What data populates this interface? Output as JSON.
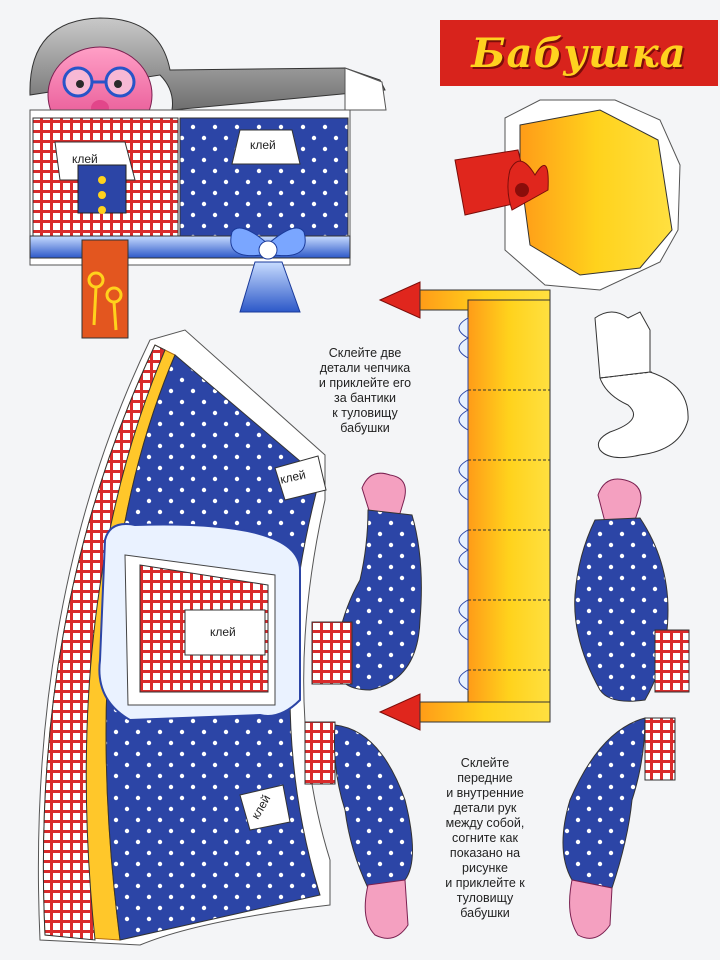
{
  "title": "Бабушка",
  "glue_label": "клей",
  "instructions": {
    "cap": "Склейте две\nдетали чепчика\nи приклейте его\nза бантики\nк  туловищу\nбабушки",
    "arms": "Склейте\nпередние\nи внутренние\nдетали рук\nмежду собой,\nсогните как\nпоказано на\nрисунке\nи приклейте к\nтуловищу\nбабушки"
  },
  "colors": {
    "title_bg": "#d8231c",
    "title_text": "#ffd21f",
    "dress_blue": "#2c45a6",
    "check_red": "#d92b2b",
    "cap_yellow": "#ffd21c",
    "hand_pink": "#f4a0c0",
    "arrow_red": "#e0261d"
  }
}
